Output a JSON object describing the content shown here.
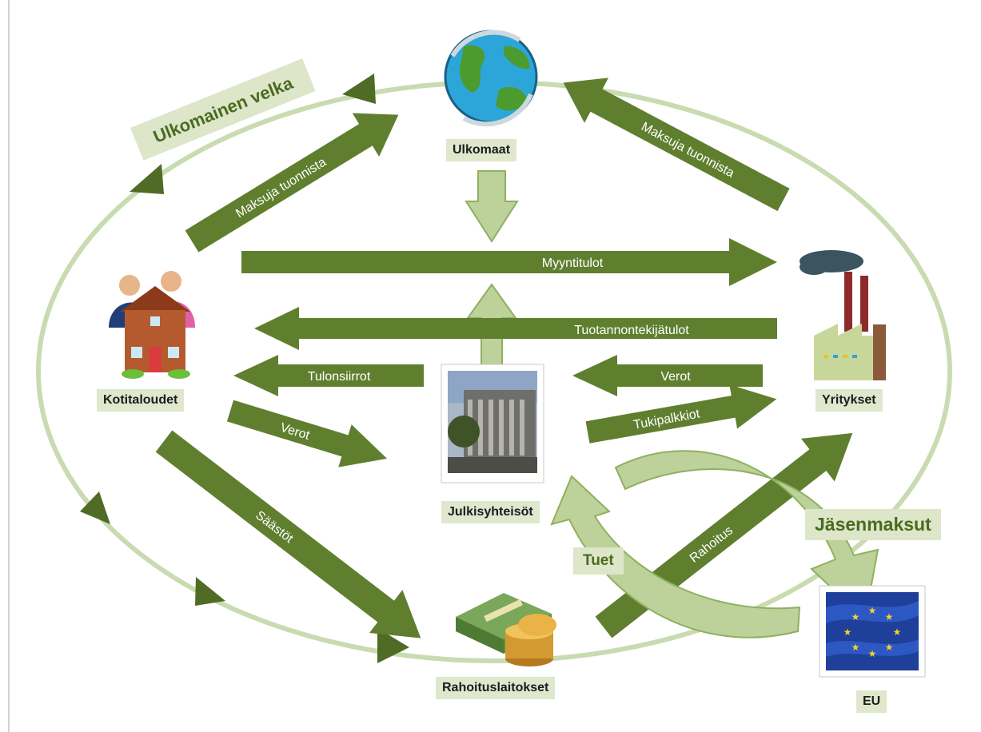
{
  "nodes": {
    "ulkomaat": "Ulkomaat",
    "kotitaloudet": "Kotitaloudet",
    "yritykset": "Yritykset",
    "julkisyhteisot": "Julkisyhteisöt",
    "rahoituslaitokset": "Rahoituslaitokset",
    "eu": "EU"
  },
  "flows": {
    "maksuja_left": "Maksuja tuonnista",
    "maksuja_right": "Maksuja tuonnista",
    "myyntitulot": "Myyntitulot",
    "tuotannontekijatulot": "Tuotannontekijätulot",
    "tulonsiirrot": "Tulonsiirrot",
    "verot_firms": "Verot",
    "verot_households": "Verot",
    "tukipalkkiot": "Tukipalkkiot",
    "saastot": "Säästöt",
    "rahoitus": "Rahoitus",
    "tuet": "Tuet",
    "jasenmaksut": "Jäsenmaksut",
    "ulkomainen_velka": "Ulkomainen velka"
  },
  "colors": {
    "arrow_dark": "#5f7f2f",
    "arrow_light": "#bcd29a",
    "ellipse": "#c9dbb0",
    "label_bg": "#dfe7cd"
  }
}
